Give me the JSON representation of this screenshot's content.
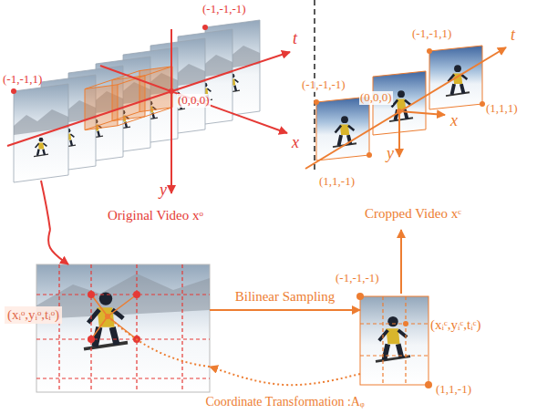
{
  "diagram": {
    "nodes": [
      {
        "text": [
          "Original Video xᵒ"
        ]
      },
      {
        "text": [
          "Cropped Video xᶜ"
        ]
      },
      {
        "text": [
          "(xᵢᵒ,yᵢᵒ,tᵢᵒ)"
        ]
      },
      {
        "text": [
          "(xᵢᶜ,yᵢᶜ,tᵢᶜ)"
        ]
      }
    ],
    "edges": [
      {
        "from": 0,
        "to": 2,
        "arrow": "to"
      },
      {
        "from": 2,
        "to": 3,
        "arrow": "to",
        "label": "Bilinear Sampling"
      },
      {
        "from": 3,
        "to": 2,
        "arrow": "to",
        "label": "Coordinate Transformation :Aᵩ"
      },
      {
        "from": 3,
        "to": 1,
        "arrow": "to"
      }
    ],
    "labels": [
      "(-1,-1,-1)",
      "(-1,-1,1)",
      "(0,0,0)",
      "x",
      "y",
      "t",
      "(-1,-1,1)",
      "(-1,-1,-1)",
      "(0,0,0)",
      "x",
      "y",
      "t",
      "(1,1,1)",
      "(1,1,-1)",
      "(-1,-1,-1)",
      "(1,1,-1)"
    ]
  }
}
